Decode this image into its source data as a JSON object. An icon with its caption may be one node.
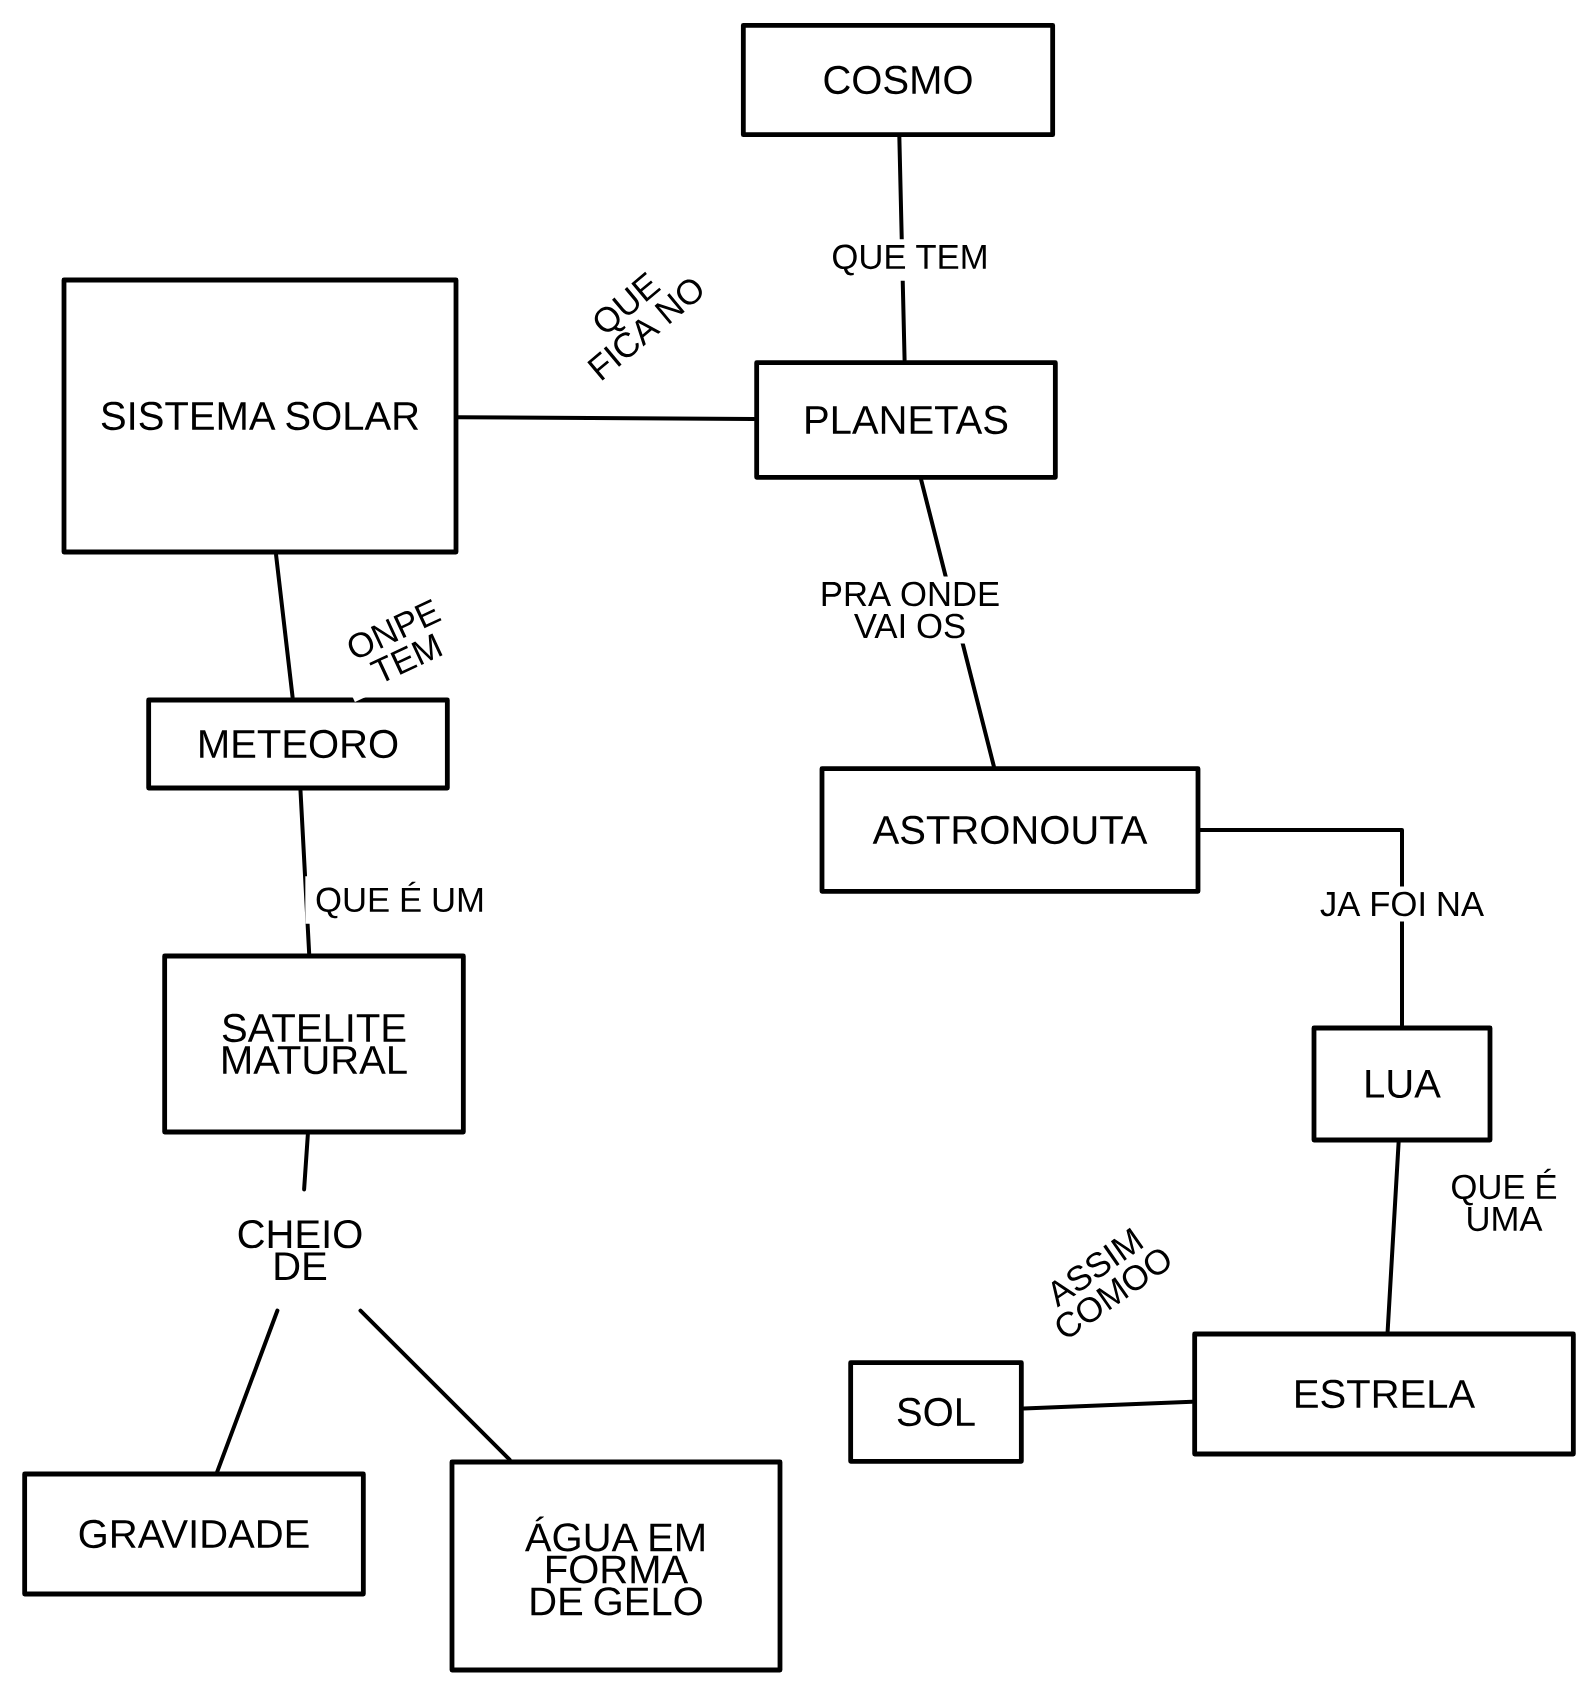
{
  "diagram": {
    "nodes": [
      {
        "text": [
          "COSMO"
        ]
      },
      {
        "text": [
          "PLANETAS"
        ]
      },
      {
        "text": [
          "SISTEMA SOLAR"
        ]
      },
      {
        "text": [
          "METEORO"
        ]
      },
      {
        "text": [
          "SATELITE MATURAL"
        ]
      },
      {
        "text": [
          "CHEIO DE"
        ]
      },
      {
        "text": [
          "GRAVIDADE"
        ]
      },
      {
        "text": [
          "ÁGUA EM FORMA DE GELO"
        ]
      },
      {
        "text": [
          "ASTRONOUTA"
        ]
      },
      {
        "text": [
          "LUA"
        ]
      },
      {
        "text": [
          "ESTRELA"
        ]
      },
      {
        "text": [
          "SOL"
        ]
      }
    ],
    "edges": [
      {
        "from": 0,
        "to": 1,
        "arrow": "none",
        "label": "QUE TEM"
      },
      {
        "from": 2,
        "to": 1,
        "arrow": "none",
        "label": "QUE FICA NO"
      },
      {
        "from": 2,
        "to": 3,
        "arrow": "none",
        "label": "ONPE TEM"
      },
      {
        "from": 3,
        "to": 4,
        "arrow": "none",
        "label": "QUE É UM"
      },
      {
        "from": 4,
        "to": 5,
        "arrow": "none"
      },
      {
        "from": 5,
        "to": 6,
        "arrow": "none"
      },
      {
        "from": 5,
        "to": 7,
        "arrow": "none"
      },
      {
        "from": 1,
        "to": 8,
        "arrow": "none",
        "label": "PRA ONDE VAI OS"
      },
      {
        "from": 8,
        "to": 9,
        "arrow": "none",
        "label": "JA FOI NA"
      },
      {
        "from": 9,
        "to": 10,
        "arrow": "none",
        "label": "QUE É UMA"
      },
      {
        "from": 10,
        "to": 11,
        "arrow": "none",
        "label": "ASSIM COMOO"
      }
    ]
  }
}
